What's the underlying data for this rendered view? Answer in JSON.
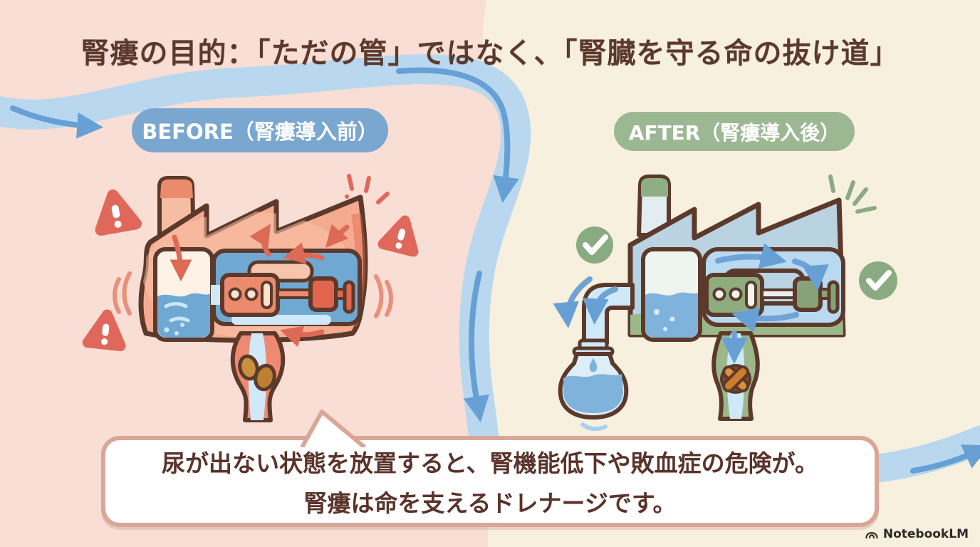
{
  "title": "腎瘻の目的：「ただの管」ではなく、「腎臓を守る命の抜け道」",
  "badges": {
    "before": "BEFORE（腎瘻導入前）",
    "after": "AFTER（腎瘻導入後）"
  },
  "caption": {
    "line1": "尿が出ない状態を放置すると、腎機能低下や敗血症の危険が。",
    "line2": "腎瘻は命を支えるドレナージです。"
  },
  "watermark": "NotebookLM",
  "icons": {
    "before_warnings": "warning-triangle x3",
    "after_checks": "check-circle x2"
  },
  "colors": {
    "bg_left": "#f8ded4",
    "bg_right": "#f8f0de",
    "river": "#b9d8ef",
    "river_arrow": "#66a0d4",
    "badge_before": "#7aa7cf",
    "badge_after": "#9cb893",
    "title_text": "#5b392c",
    "caption_text": "#5a332a",
    "bubble_border": "#d9a698",
    "warning_red": "#e0685a",
    "check_green": "#8aab82",
    "outline_brown": "#5c3a2b",
    "factory_before": "#f5ab90",
    "factory_after": "#b9d3e3"
  }
}
